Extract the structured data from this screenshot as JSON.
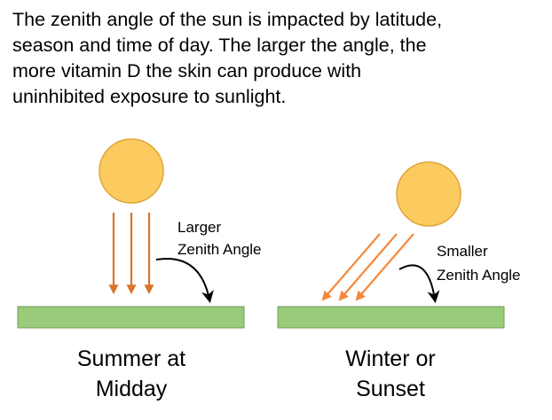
{
  "intro_lines": [
    "The zenith angle of the sun is impacted by latitude,",
    "season and time of day.  The larger the angle, the",
    "more vitamin D the skin can produce with",
    "uninhibited exposure to sunlight."
  ],
  "left_panel": {
    "angle_label": [
      "Larger",
      "Zenith Angle"
    ],
    "caption": [
      "Summer at",
      "Midday"
    ]
  },
  "right_panel": {
    "angle_label": [
      "Smaller",
      "Zenith Angle"
    ],
    "caption": [
      "Winter or",
      "Sunset"
    ]
  },
  "colors": {
    "sun_fill": "#FBCB5F",
    "sun_stroke": "#E0A53A",
    "ray_left": "#D9752C",
    "ray_right": "#F5883A",
    "ground_fill": "#99CC7A",
    "ground_stroke": "#6E9B57"
  }
}
